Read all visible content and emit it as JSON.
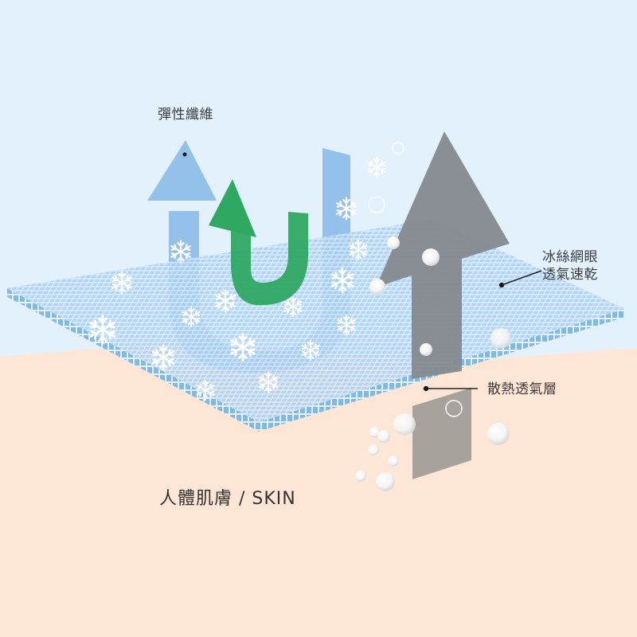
{
  "labels": {
    "elastic_fiber": "彈性纖維",
    "ice_mesh_line1": "冰絲網眼",
    "ice_mesh_line2": "透氣速乾",
    "heat_layer": "散熱透氣層",
    "skin": "人體肌膚 / SKIN"
  },
  "colors": {
    "sky": "#e3f1fd",
    "skin": "#fee6d6",
    "mesh_top": "#cfe4f8",
    "mesh_edge": "#7fb9ea",
    "blue_arrow": "#8dbde9",
    "green_arrow": "#2fa862",
    "gray_arrow": "#85898f",
    "gray_panel": "#a8a29c",
    "text": "#3c3c3c"
  },
  "icons": [
    "snowflake-icon",
    "bubble-icon",
    "arrow-up-icon",
    "u-turn-arrow-icon"
  ]
}
